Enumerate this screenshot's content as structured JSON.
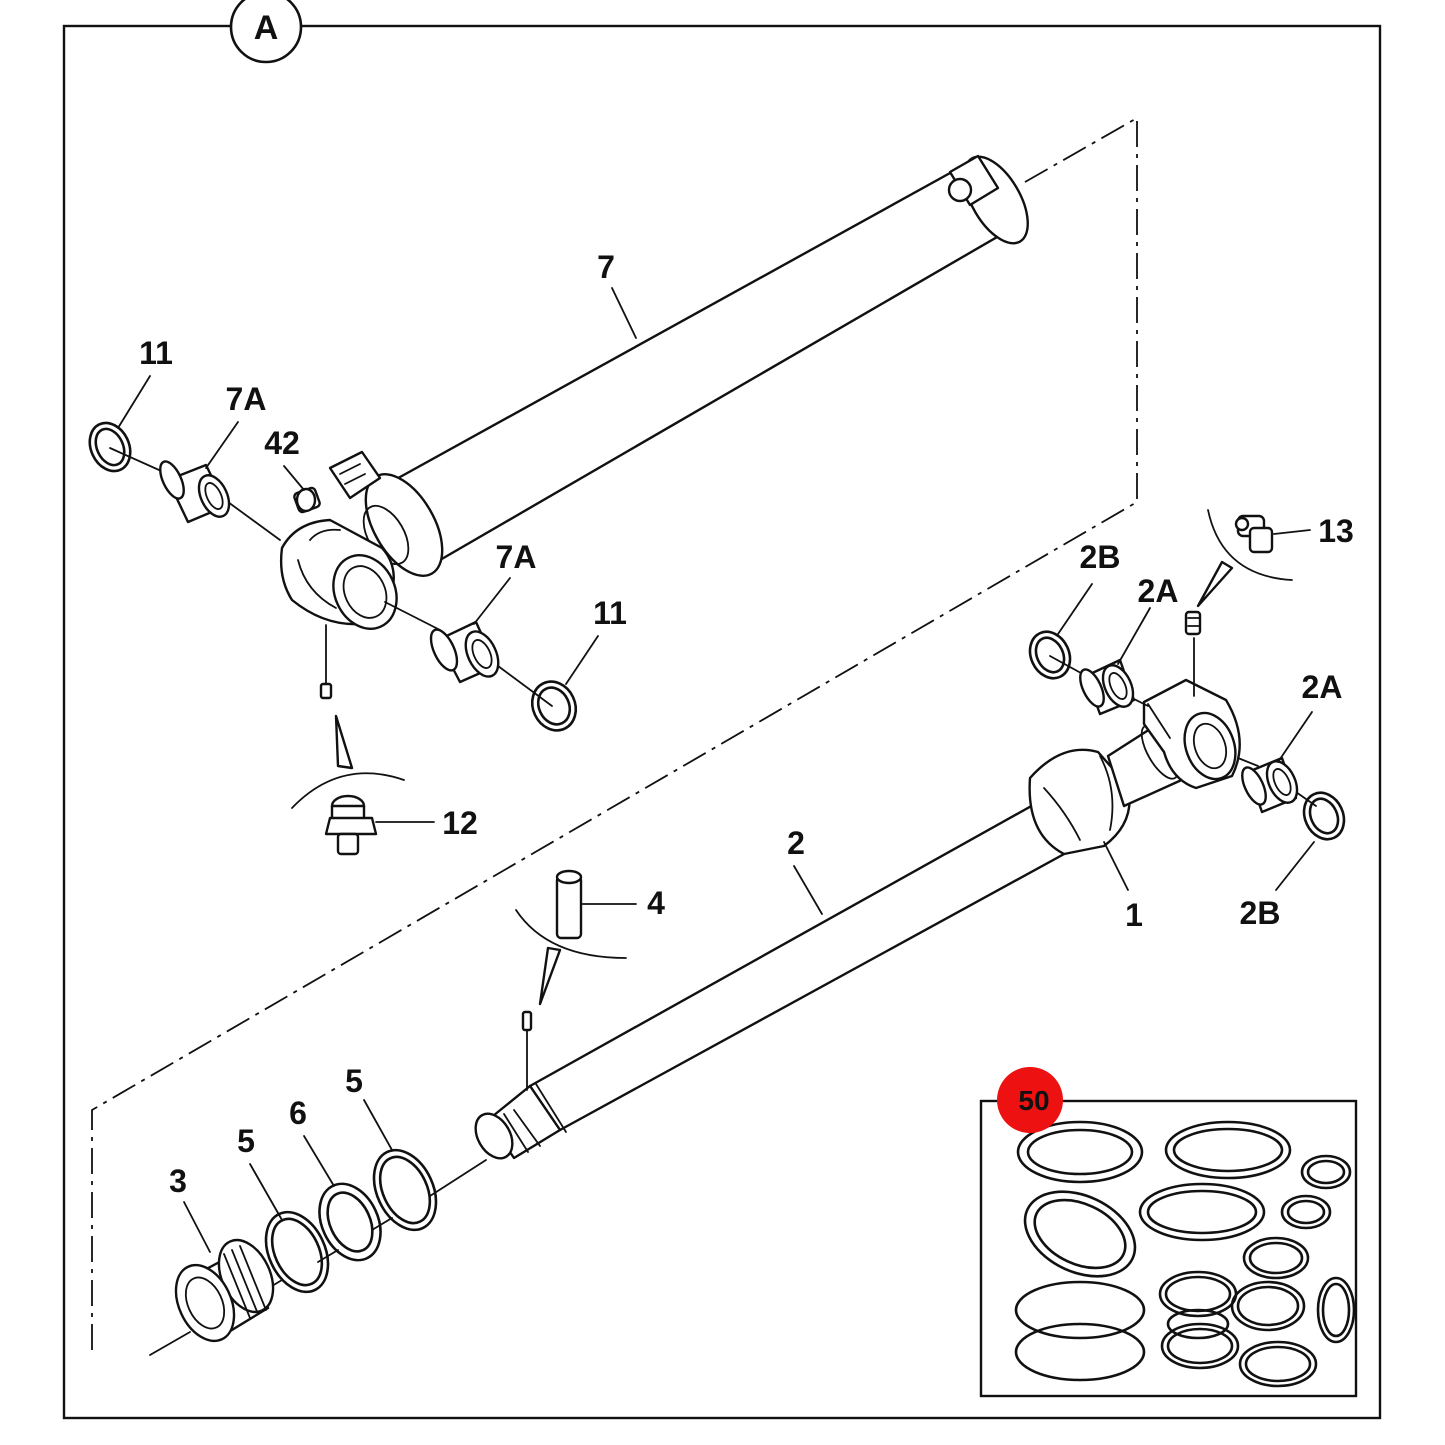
{
  "view_marker": "A",
  "callouts": {
    "c7": "7",
    "c11_top": "11",
    "c7a_top": "7A",
    "c42": "42",
    "c7a_mid": "7A",
    "c11_mid": "11",
    "c12": "12",
    "c13": "13",
    "c2b_top": "2B",
    "c2a_top": "2A",
    "c2a_right": "2A",
    "c2": "2",
    "c1": "1",
    "c2b_bottom": "2B",
    "c4": "4",
    "c5_right": "5",
    "c6": "6",
    "c5_left": "5",
    "c3": "3"
  },
  "seal_kit_label": "50",
  "colors": {
    "line": "#111111",
    "background": "#ffffff",
    "kit_badge": "#ee1111"
  }
}
